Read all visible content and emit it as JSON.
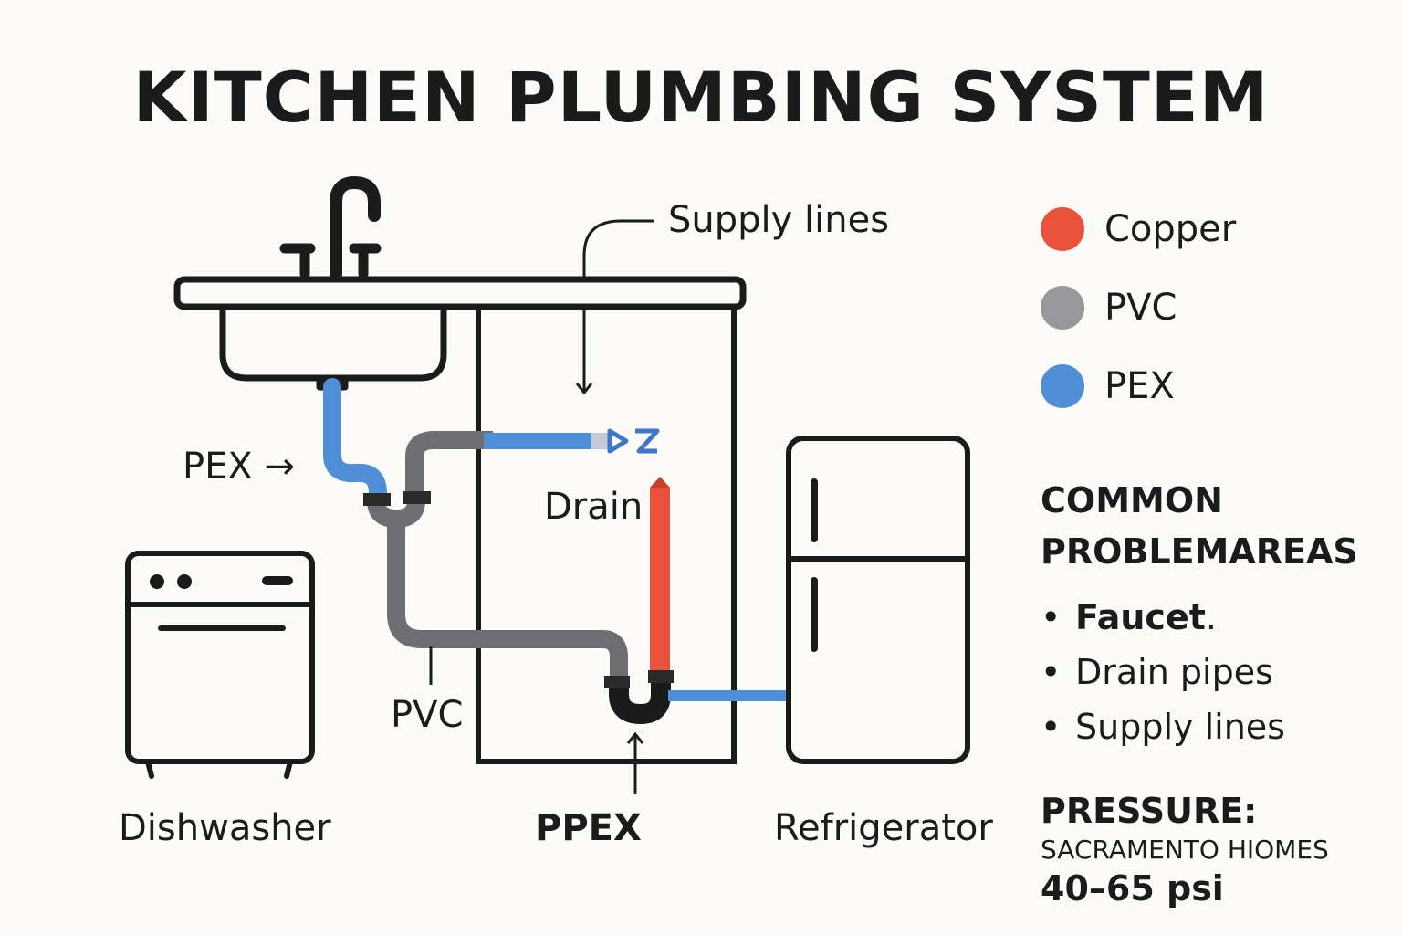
{
  "title": "KITCHEN PLUMBING SYSTEM",
  "colors": {
    "copper": "#e8523b",
    "pvc": "#98989c",
    "pex": "#4f8fd8",
    "pipe_grey": "#6e6e72",
    "outline": "#1b1b1b"
  },
  "diagram": {
    "supply_lines_label": "Supply lines",
    "pex_label": "PEX →",
    "drain_label": "Drain",
    "pvc_label": "PVC",
    "ppex_label": "PPEX",
    "dishwasher_label": "Dishwasher",
    "refrigerator_label": "Refrigerator",
    "icons": [
      "sink-icon",
      "faucet-icon",
      "dishwasher-icon",
      "refrigerator-icon",
      "p-trap-icon",
      "valve-icon"
    ]
  },
  "legend": [
    {
      "label": "Copper",
      "color": "#e8523b"
    },
    {
      "label": "PVC",
      "color": "#98989c"
    },
    {
      "label": "PEX",
      "color": "#4f8fd8"
    }
  ],
  "problems": {
    "heading_line1": "COMMON",
    "heading_line2": "PROBLEMAREAS",
    "items": [
      {
        "text": "Faucet",
        "suffix": "."
      },
      {
        "text": "Drain pipes",
        "suffix": ""
      },
      {
        "text": "Supply lines",
        "suffix": ""
      }
    ]
  },
  "pressure": {
    "heading": "PRESSURE:",
    "subtitle": "SACRAMENTO HIOMES",
    "value": "40–65 psi"
  }
}
